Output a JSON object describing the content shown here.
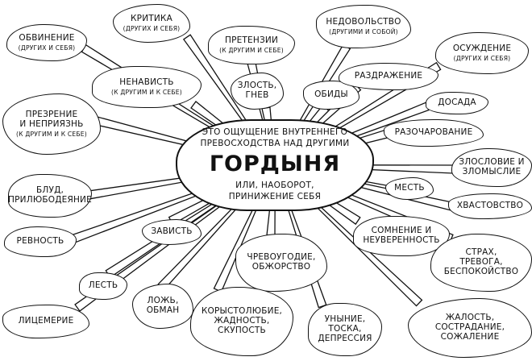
{
  "center": {
    "line1": "ЭТО  ОЩУЩЕНИЕ  ВНУТРЕННЕГО",
    "line2": "ПРЕВОСХОДСТВА НАД ДРУГИМИ",
    "title": "ГОРДЫНЯ",
    "line3": "ИЛИ, НАОБОРОТ,",
    "line4": "ПРИНИЖЕНИЕ СЕБЯ"
  },
  "bubbles": [
    {
      "id": "obvinenie",
      "lines": [
        "ОБВИНЕНИЕ"
      ],
      "sub": "(ДРУГИХ И СЕБЯ)"
    },
    {
      "id": "kritika",
      "lines": [
        "КРИТИКА"
      ],
      "sub": "(ДРУГИХ И СЕБЯ)"
    },
    {
      "id": "pretenzii",
      "lines": [
        "ПРЕТЕНЗИИ"
      ],
      "sub": "(К ДРУГИМ И СЕБЕ)"
    },
    {
      "id": "nedovolstvo",
      "lines": [
        "НЕДОВОЛЬСТВО"
      ],
      "sub": "(ДРУГИМИ И СОБОЙ)"
    },
    {
      "id": "osuzhdenie",
      "lines": [
        "ОСУЖДЕНИЕ"
      ],
      "sub": "(ДРУГИХ И СЕБЯ)"
    },
    {
      "id": "nenavist",
      "lines": [
        "НЕНАВИСТЬ"
      ],
      "sub": "(К ДРУГИМ И К СЕБЕ)"
    },
    {
      "id": "zlost",
      "lines": [
        "ЗЛОСТЬ,",
        "ГНЕВ"
      ],
      "sub": ""
    },
    {
      "id": "obidy",
      "lines": [
        "ОБИДЫ"
      ],
      "sub": ""
    },
    {
      "id": "razdrazhenie",
      "lines": [
        "РАЗДРАЖЕНИЕ"
      ],
      "sub": ""
    },
    {
      "id": "dosada",
      "lines": [
        "ДОСАДА"
      ],
      "sub": ""
    },
    {
      "id": "prezrenie",
      "lines": [
        "ПРЕЗРЕНИЕ",
        "И НЕПРИЯЗНЬ"
      ],
      "sub": "(К ДРУГИМ И К СЕБЕ)"
    },
    {
      "id": "razocharovanie",
      "lines": [
        "РАЗОЧАРОВАНИЕ"
      ],
      "sub": ""
    },
    {
      "id": "zloslovie",
      "lines": [
        "ЗЛОСЛОВИЕ И",
        "ЗЛОМЫСЛИЕ"
      ],
      "sub": ""
    },
    {
      "id": "blud",
      "lines": [
        "БЛУД,",
        "ПРИЛЮБОДЕЯНИЕ"
      ],
      "sub": ""
    },
    {
      "id": "mest",
      "lines": [
        "МЕСТЬ"
      ],
      "sub": ""
    },
    {
      "id": "hvastovstvo",
      "lines": [
        "ХВАСТОВСТВО"
      ],
      "sub": ""
    },
    {
      "id": "revnost",
      "lines": [
        "РЕВНОСТЬ"
      ],
      "sub": ""
    },
    {
      "id": "zavist",
      "lines": [
        "ЗАВИСТЬ"
      ],
      "sub": ""
    },
    {
      "id": "somnenie",
      "lines": [
        "СОМНЕНИЕ И",
        "НЕУВЕРЕННОСТЬ"
      ],
      "sub": ""
    },
    {
      "id": "chrevougodie",
      "lines": [
        "ЧРЕВОУГОДИЕ,",
        "ОБЖОРСТВО"
      ],
      "sub": ""
    },
    {
      "id": "strah",
      "lines": [
        "СТРАХ,",
        "ТРЕВОГА,",
        "БЕСПОКОЙСТВО"
      ],
      "sub": ""
    },
    {
      "id": "lest",
      "lines": [
        "ЛЕСТЬ"
      ],
      "sub": ""
    },
    {
      "id": "lozh",
      "lines": [
        "ЛОЖЬ,",
        "ОБМАН"
      ],
      "sub": ""
    },
    {
      "id": "licemerie",
      "lines": [
        "ЛИЦЕМЕРИЕ"
      ],
      "sub": ""
    },
    {
      "id": "korystolyubie",
      "lines": [
        "КОРЫСТОЛЮБИЕ,",
        "ЖАДНОСТЬ,",
        "СКУПОСТЬ"
      ],
      "sub": ""
    },
    {
      "id": "unynie",
      "lines": [
        "УНЫНИЕ,",
        "ТОСКА,",
        "ДЕПРЕССИЯ"
      ],
      "sub": ""
    },
    {
      "id": "zhalost",
      "lines": [
        "ЖАЛОСТЬ,",
        "СОСТРАДАНИЕ,",
        "СОЖАЛЕНИЕ"
      ],
      "sub": ""
    }
  ]
}
